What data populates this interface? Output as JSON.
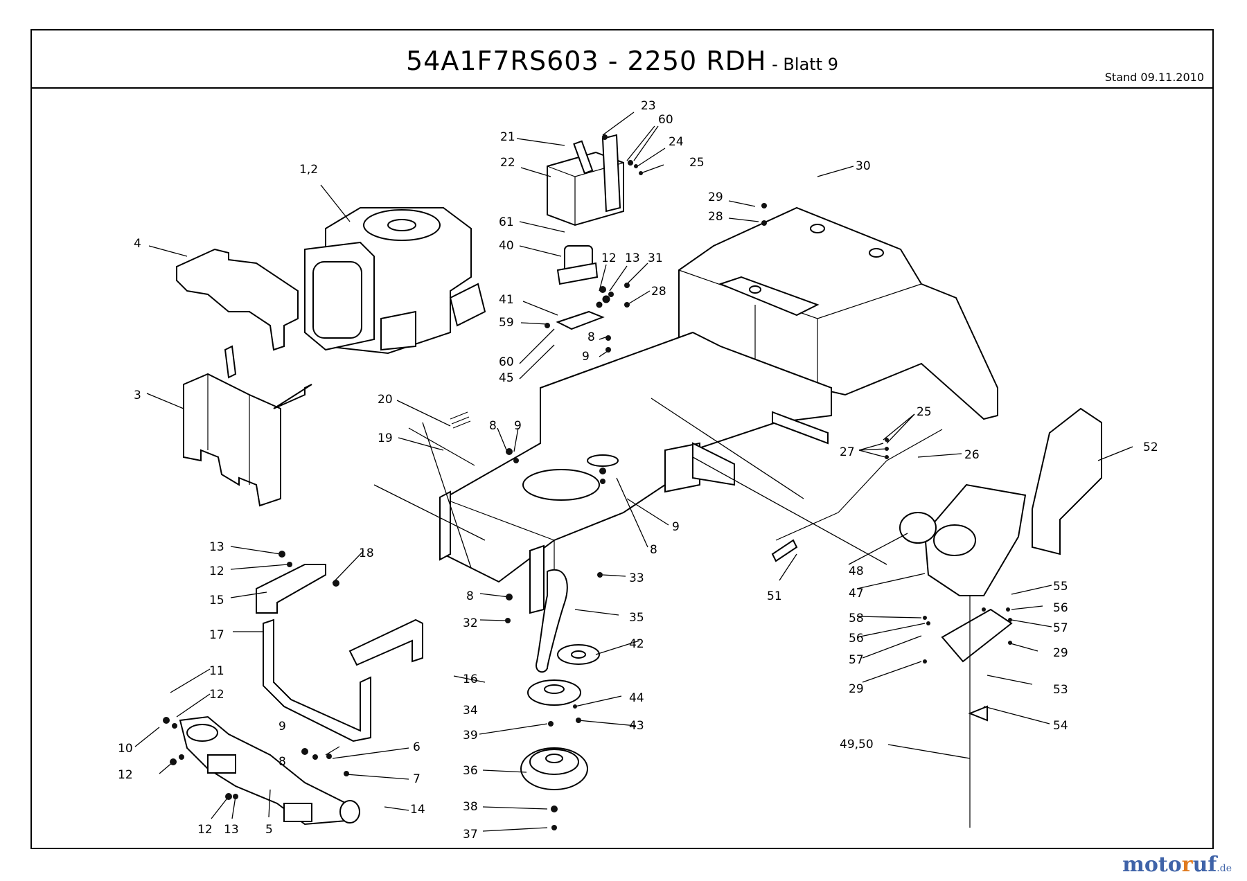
{
  "header": {
    "title_main": "54A1F7RS603 - 2250 RDH",
    "title_sub": " - Blatt 9",
    "date": "Stand 09.11.2010"
  },
  "callouts": [
    {
      "id": "c-23",
      "text": "23"
    },
    {
      "id": "c-60a",
      "text": "60"
    },
    {
      "id": "c-21",
      "text": "21"
    },
    {
      "id": "c-24",
      "text": "24"
    },
    {
      "id": "c-22",
      "text": "22"
    },
    {
      "id": "c-25a",
      "text": "25"
    },
    {
      "id": "c-30",
      "text": "30"
    },
    {
      "id": "c-1-2",
      "text": "1,2"
    },
    {
      "id": "c-29a",
      "text": "29"
    },
    {
      "id": "c-28a",
      "text": "28"
    },
    {
      "id": "c-61",
      "text": "61"
    },
    {
      "id": "c-4",
      "text": "4"
    },
    {
      "id": "c-40",
      "text": "40"
    },
    {
      "id": "c-12a",
      "text": "12"
    },
    {
      "id": "c-13a",
      "text": "13"
    },
    {
      "id": "c-31",
      "text": "31"
    },
    {
      "id": "c-28b",
      "text": "28"
    },
    {
      "id": "c-41",
      "text": "41"
    },
    {
      "id": "c-59",
      "text": "59"
    },
    {
      "id": "c-8a",
      "text": "8"
    },
    {
      "id": "c-9a",
      "text": "9"
    },
    {
      "id": "c-60b",
      "text": "60"
    },
    {
      "id": "c-45",
      "text": "45"
    },
    {
      "id": "c-3",
      "text": "3"
    },
    {
      "id": "c-20",
      "text": "20"
    },
    {
      "id": "c-25b",
      "text": "25"
    },
    {
      "id": "c-8b",
      "text": "8"
    },
    {
      "id": "c-9b",
      "text": "9"
    },
    {
      "id": "c-19",
      "text": "19"
    },
    {
      "id": "c-27",
      "text": "27"
    },
    {
      "id": "c-26",
      "text": "26"
    },
    {
      "id": "c-52",
      "text": "52"
    },
    {
      "id": "c-9c",
      "text": "9"
    },
    {
      "id": "c-13b",
      "text": "13"
    },
    {
      "id": "c-18",
      "text": "18"
    },
    {
      "id": "c-8c",
      "text": "8"
    },
    {
      "id": "c-12b",
      "text": "12"
    },
    {
      "id": "c-33",
      "text": "33"
    },
    {
      "id": "c-48",
      "text": "48"
    },
    {
      "id": "c-15",
      "text": "15"
    },
    {
      "id": "c-51",
      "text": "51"
    },
    {
      "id": "c-47",
      "text": "47"
    },
    {
      "id": "c-55",
      "text": "55"
    },
    {
      "id": "c-8d",
      "text": "8"
    },
    {
      "id": "c-35",
      "text": "35"
    },
    {
      "id": "c-32",
      "text": "32"
    },
    {
      "id": "c-56a",
      "text": "56"
    },
    {
      "id": "c-58",
      "text": "58"
    },
    {
      "id": "c-57a",
      "text": "57"
    },
    {
      "id": "c-17",
      "text": "17"
    },
    {
      "id": "c-42",
      "text": "42"
    },
    {
      "id": "c-56b",
      "text": "56"
    },
    {
      "id": "c-29b",
      "text": "29"
    },
    {
      "id": "c-57b",
      "text": "57"
    },
    {
      "id": "c-16",
      "text": "16"
    },
    {
      "id": "c-11",
      "text": "11"
    },
    {
      "id": "c-34",
      "text": "34"
    },
    {
      "id": "c-53",
      "text": "53"
    },
    {
      "id": "c-29c",
      "text": "29"
    },
    {
      "id": "c-12c",
      "text": "12"
    },
    {
      "id": "c-44",
      "text": "44"
    },
    {
      "id": "c-43",
      "text": "43"
    },
    {
      "id": "c-54",
      "text": "54"
    },
    {
      "id": "c-10",
      "text": "10"
    },
    {
      "id": "c-39",
      "text": "39"
    },
    {
      "id": "c-9d",
      "text": "9"
    },
    {
      "id": "c-6",
      "text": "6"
    },
    {
      "id": "c-49-50",
      "text": "49,50"
    },
    {
      "id": "c-12d",
      "text": "12"
    },
    {
      "id": "c-8e",
      "text": "8"
    },
    {
      "id": "c-36",
      "text": "36"
    },
    {
      "id": "c-7",
      "text": "7"
    },
    {
      "id": "c-14",
      "text": "14"
    },
    {
      "id": "c-38",
      "text": "38"
    },
    {
      "id": "c-12e",
      "text": "12"
    },
    {
      "id": "c-13c",
      "text": "13"
    },
    {
      "id": "c-5",
      "text": "5"
    },
    {
      "id": "c-37",
      "text": "37"
    }
  ],
  "watermark": {
    "text_a": "moto",
    "text_b": "r",
    "text_c": "uf",
    "text_d": ".de",
    "accent": "#3f63a8",
    "accent2": "#e07a1f"
  }
}
